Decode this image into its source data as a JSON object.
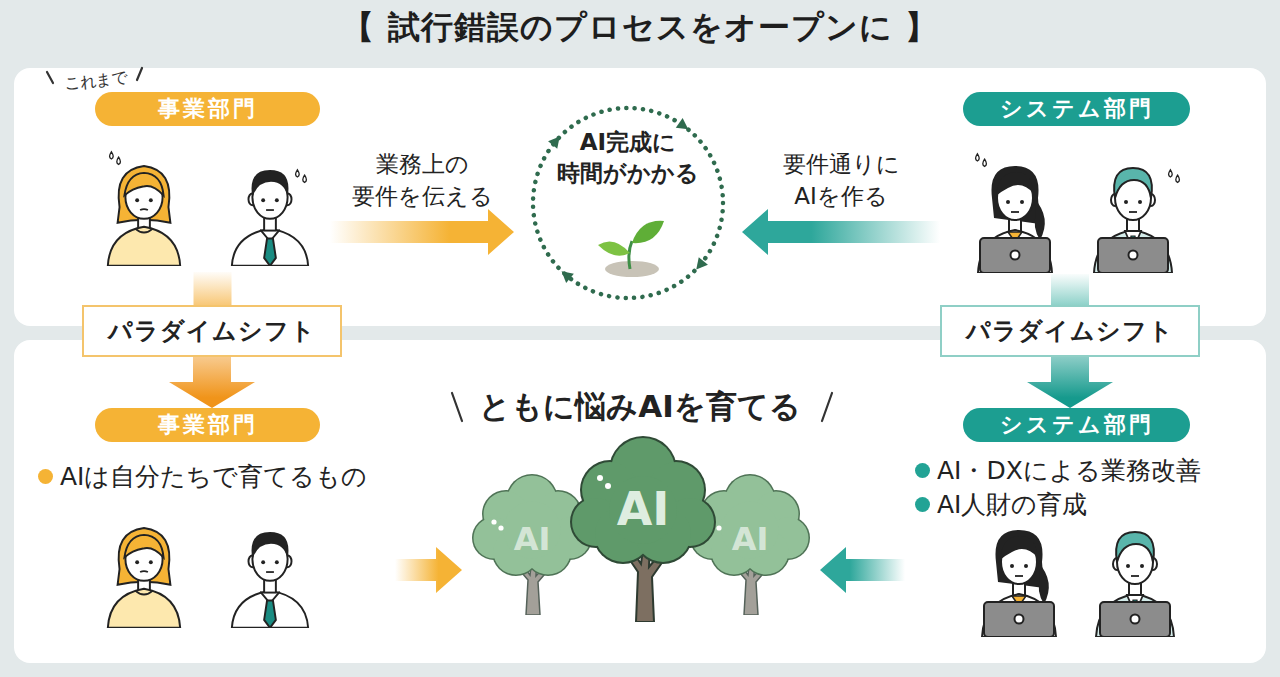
{
  "diagram": {
    "title": "【 試行錯誤のプロセスをオープンに 】",
    "nodes": [
      {
        "text": [
          "これまで"
        ]
      },
      {
        "text": [
          "事業部門"
        ],
        "in": 0
      },
      {
        "text": [
          "AI完成に 時間がかかる"
        ],
        "in": 0
      },
      {
        "text": [
          "システム部門"
        ],
        "in": 0
      },
      {
        "text": [
          "パラダイムシフト"
        ]
      },
      {
        "text": [
          "パラダイムシフト"
        ]
      },
      {
        "text": [
          "ともに悩みAIを育てる"
        ]
      },
      {
        "text": [
          "事業部門",
          "AIは自分たちで育てるもの"
        ],
        "in": 6
      },
      {
        "text": [
          "AI"
        ],
        "in": 6
      },
      {
        "text": [
          "AI"
        ],
        "in": 6
      },
      {
        "text": [
          "AI"
        ],
        "in": 6
      },
      {
        "text": [
          "システム部門",
          "AI・DXによる業務改善",
          "AI人財の育成"
        ],
        "in": 6
      }
    ],
    "edges": [
      {
        "from": 1,
        "to": 2,
        "label": "業務上の 要件を伝える",
        "arrow": "to"
      },
      {
        "from": 3,
        "to": 2,
        "label": "要件通りに AIを作る",
        "arrow": "to"
      },
      {
        "from": 1,
        "to": 4,
        "arrow": "none"
      },
      {
        "from": 4,
        "to": 7,
        "arrow": "to"
      },
      {
        "from": 3,
        "to": 5,
        "arrow": "none"
      },
      {
        "from": 5,
        "to": 11,
        "arrow": "to"
      },
      {
        "from": 7,
        "to": 8,
        "arrow": "to"
      },
      {
        "from": 11,
        "to": 10,
        "arrow": "to"
      }
    ]
  }
}
